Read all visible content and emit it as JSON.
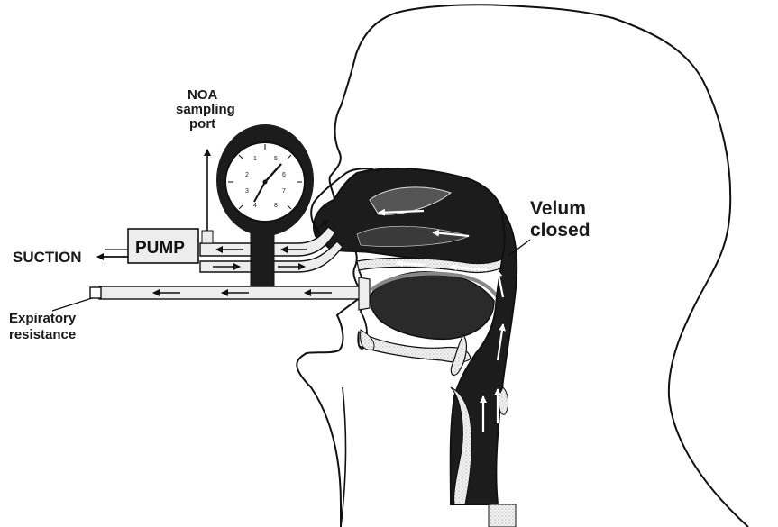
{
  "labels": {
    "noa": [
      "NOA",
      "sampling",
      "port"
    ],
    "velum": [
      "Velum",
      "closed"
    ],
    "suction": "SUCTION",
    "pump": "PUMP",
    "expiratory": [
      "Expiratory",
      "resistance"
    ]
  },
  "gauge": {
    "numbers": [
      "1",
      "2",
      "3",
      "4",
      "5",
      "6",
      "7",
      "8"
    ]
  },
  "colors": {
    "ink": "#111111",
    "airway_fill": "#1c1c1c",
    "tube_fill": "#ededed",
    "paper": "#ffffff"
  }
}
